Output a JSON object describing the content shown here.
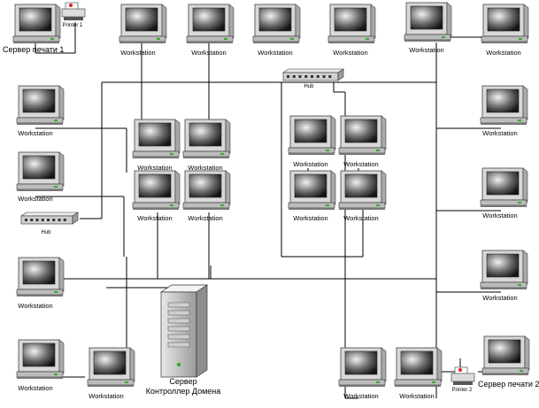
{
  "labels": {
    "workstation": "Workstation",
    "print_server_1": "Сервер печати 1",
    "print_server_2": "Сервер печати 2",
    "printer_1": "Printer 1",
    "printer_2": "Printer 2",
    "hub": "Hub",
    "server_line1": "Сервер",
    "server_line2": "Контроллер Домена"
  }
}
